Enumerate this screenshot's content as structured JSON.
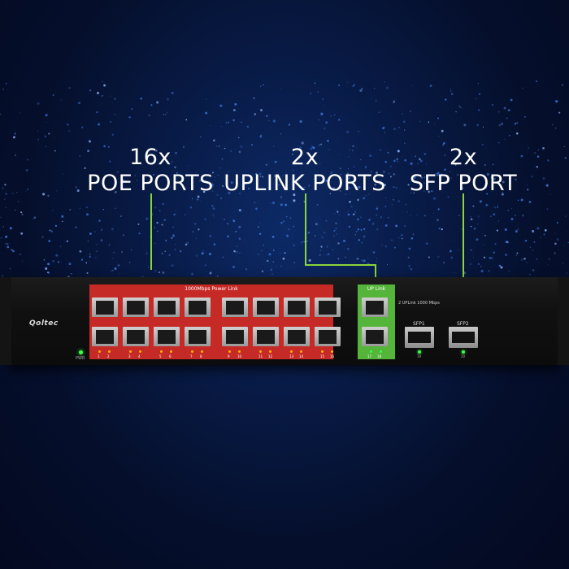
{
  "callouts": {
    "poe": {
      "line1": "16x",
      "line2": "POE PORTS"
    },
    "uplink": {
      "line1": "2x",
      "line2": "UPLINK PORTS"
    },
    "sfp": {
      "line1": "2x",
      "line2": "SFP PORT"
    }
  },
  "device": {
    "brand": "Qoltec",
    "power_label": "PWR",
    "poe_header": "1000Mbps Power Link",
    "uplink_header": "UP Link",
    "uplink_note": "2 UPLink 1000 Mbps",
    "poe_port_numbers": [
      "1",
      "2",
      "3",
      "4",
      "5",
      "6",
      "7",
      "8",
      "9",
      "10",
      "11",
      "12",
      "13",
      "14",
      "15",
      "16"
    ],
    "uplink_port_numbers": [
      "17",
      "18"
    ],
    "sfp": [
      {
        "label": "SFP1",
        "number": "19"
      },
      {
        "label": "SFP2",
        "number": "20"
      }
    ]
  },
  "colors": {
    "accent_green": "#8bd43a",
    "poe_red": "#c62a27",
    "uplink_green": "#55b53a",
    "led_green": "#37ff45",
    "led_amber": "#ffb400",
    "background": "#081a45"
  }
}
